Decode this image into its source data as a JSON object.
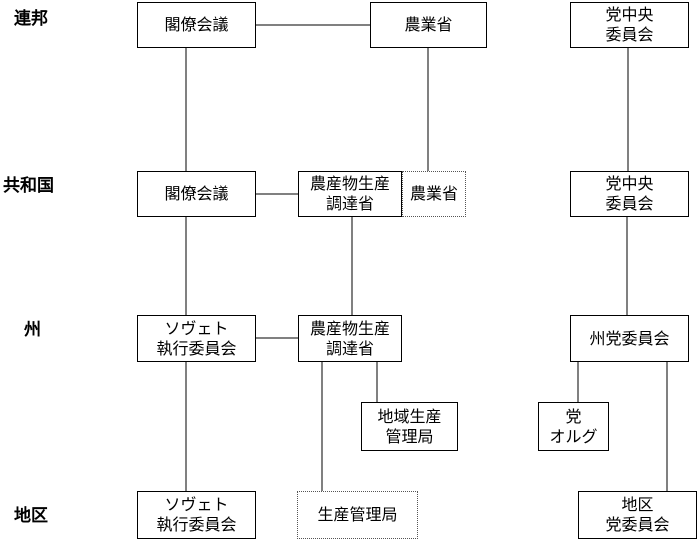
{
  "levels": {
    "federal": "連邦",
    "republic": "共和国",
    "oblast": "州",
    "district": "地区"
  },
  "boxes": {
    "federal_council_of_ministers": [
      "閣僚会議"
    ],
    "federal_ministry_of_agriculture": [
      "農業省"
    ],
    "federal_party_central_committee": [
      "党中央",
      "委員会"
    ],
    "republic_council_of_ministers": [
      "閣僚会議"
    ],
    "republic_procurement_ministry": [
      "農産物生産",
      "調達省"
    ],
    "republic_ministry_of_agriculture": [
      "農業省"
    ],
    "republic_party_central_committee": [
      "党中央",
      "委員会"
    ],
    "oblast_soviet_executive_committee": [
      "ソヴェト",
      "執行委員会"
    ],
    "oblast_procurement_ministry": [
      "農産物生産",
      "調達省"
    ],
    "oblast_party_committee": [
      "州党委員会"
    ],
    "regional_production_management_bureau": [
      "地域生産",
      "管理局"
    ],
    "party_organizer": [
      "党",
      "オルグ"
    ],
    "district_soviet_executive_committee": [
      "ソヴェト",
      "執行委員会"
    ],
    "district_production_management_bureau": [
      "生産管理局"
    ],
    "district_party_committee": [
      "地区",
      "党委員会"
    ]
  }
}
